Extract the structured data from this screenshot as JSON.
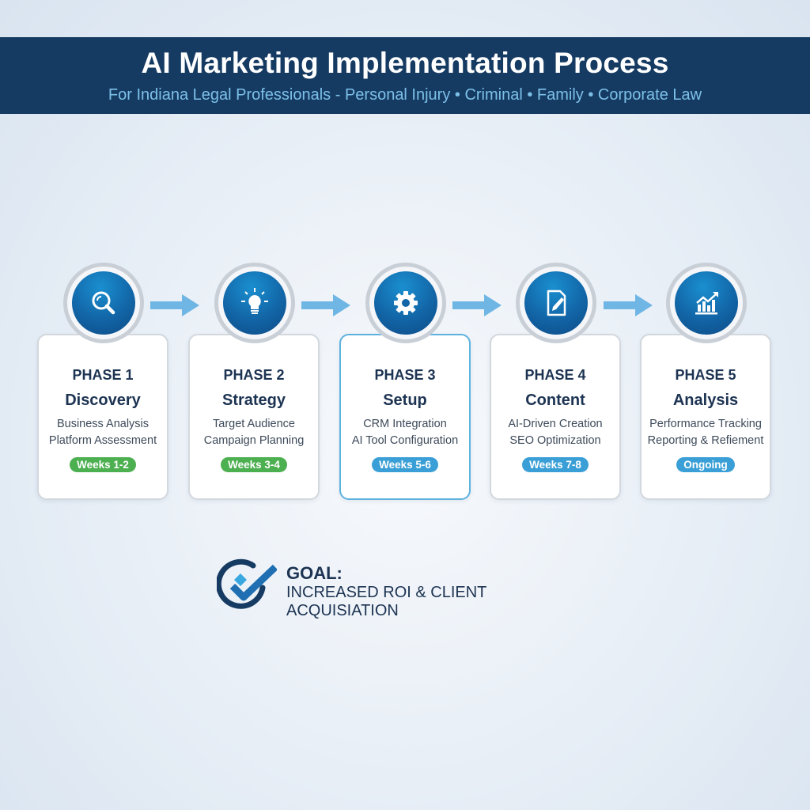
{
  "header": {
    "title": "AI Marketing Implementation Process",
    "subtitle": "For Indiana Legal Professionals - Personal Injury • Criminal • Family • Corporate Law"
  },
  "phases": [
    {
      "phase": "PHASE 1",
      "name": "Discovery",
      "line1": "Business Analysis",
      "line2": "Platform Assessment",
      "badge": "Weeks 1-2",
      "badge_color": "#4caf50",
      "icon": "magnifier-icon",
      "active": false
    },
    {
      "phase": "PHASE 2",
      "name": "Strategy",
      "line1": "Target Audience",
      "line2": "Campaign Planning",
      "badge": "Weeks 3-4",
      "badge_color": "#4caf50",
      "icon": "lightbulb-icon",
      "active": false
    },
    {
      "phase": "PHASE 3",
      "name": "Setup",
      "line1": "CRM Integration",
      "line2": "AI Tool Configuration",
      "badge": "Weeks 5-6",
      "badge_color": "#3a9fd6",
      "icon": "gear-icon",
      "active": true
    },
    {
      "phase": "PHASE 4",
      "name": "Content",
      "line1": "AI-Driven Creation",
      "line2": "SEO Optimization",
      "badge": "Weeks 7-8",
      "badge_color": "#3a9fd6",
      "icon": "document-pen-icon",
      "active": false
    },
    {
      "phase": "PHASE 5",
      "name": "Analysis",
      "line1": "Performance Tracking",
      "line2": "Reporting & Refiement",
      "badge": "Ongoing",
      "badge_color": "#3a9fd6",
      "icon": "growth-chart-icon",
      "active": false
    }
  ],
  "goal": {
    "label": "GOAL:",
    "text": "INCREASED ROI & CLIENT ACQUISIATION",
    "icon": "check-circle-icon"
  },
  "colors": {
    "header_bg": "#163b63",
    "subtitle": "#7cc0e8",
    "arrow": "#6fb6e4",
    "green_badge": "#4caf50",
    "blue_badge": "#3a9fd6",
    "dark_text": "#1c3352"
  }
}
